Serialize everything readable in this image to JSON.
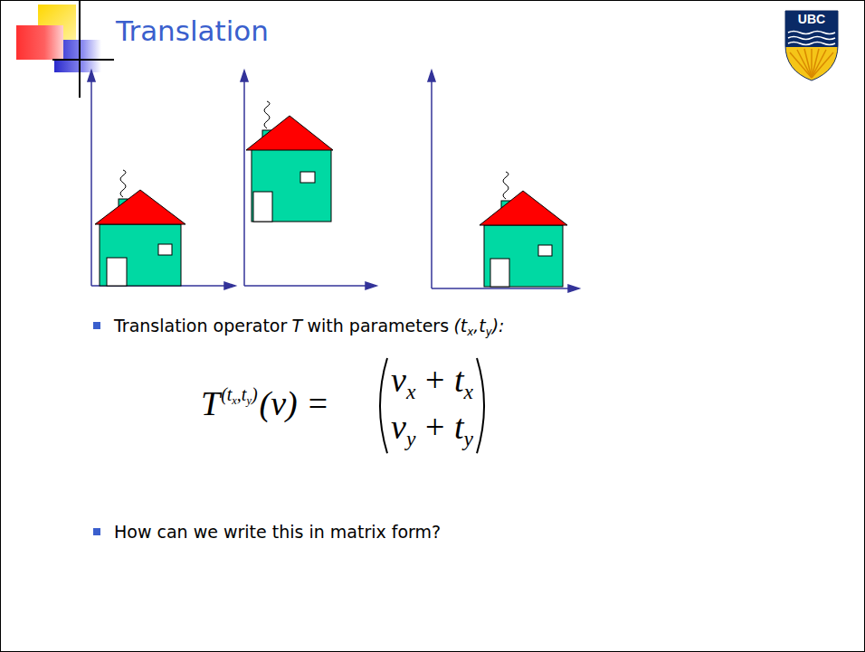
{
  "diagram": {
    "title": "Translation",
    "labels": [
      "UBC",
      "Translation operator",
      "T",
      "with parameters",
      "(t",
      "x",
      ",",
      "t",
      "y",
      "):",
      "T",
      "(t",
      "x",
      ",",
      "t",
      "y",
      ")",
      "(v) =",
      "v",
      "x",
      "+",
      "t",
      "x",
      "v",
      "y",
      "+",
      "t",
      "y",
      "How can we write this in matrix form?"
    ]
  }
}
